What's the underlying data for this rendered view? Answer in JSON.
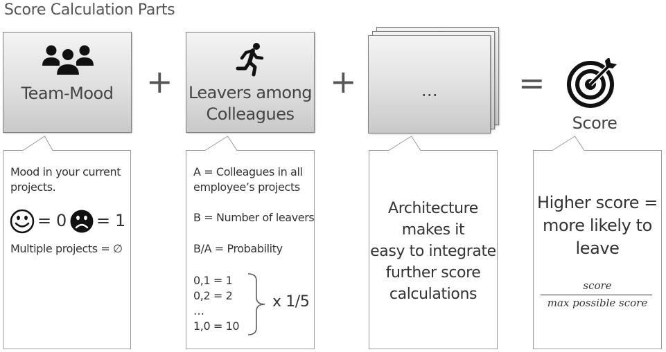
{
  "title": "Score Calculation Parts",
  "cards": {
    "team_mood": "Team-Mood",
    "leavers_line1": "Leavers among",
    "leavers_line2": "Colleagues",
    "more": "…",
    "score": "Score"
  },
  "operators": {
    "plus": "+",
    "equals": "="
  },
  "icons": [
    "group-icon",
    "running-person-icon",
    "target-icon",
    "smiley-face-icon",
    "sad-face-icon"
  ],
  "callout_mood": {
    "line1": "Mood in your current",
    "line2": "projects.",
    "happy_value": "= 0",
    "sad_value": "= 1",
    "multiple": "Multiple projects = ∅"
  },
  "callout_leavers": {
    "a_line1": "A = Colleagues in all",
    "a_line2": "employee’s projects",
    "b": "B = Number of leavers",
    "ba": "B/A = Probability",
    "mapping": [
      "0,1 = 1",
      "0,2 = 2",
      "…",
      "1,0 = 10"
    ],
    "multiplier": "x 1/5"
  },
  "callout_arch": [
    "Architecture",
    "makes it",
    "easy to integrate",
    "further score",
    "calculations"
  ],
  "callout_score": {
    "lines": [
      "Higher score =",
      "more likely to",
      "leave"
    ],
    "numerator": "score",
    "denominator": "max possible score"
  }
}
